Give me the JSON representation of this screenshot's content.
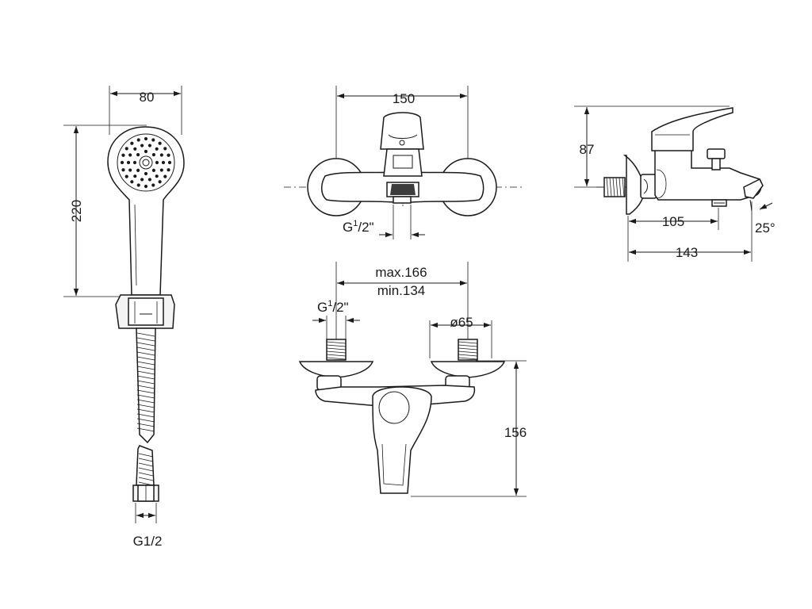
{
  "dimensions": {
    "shower_head_width": "80",
    "shower_head_length": "220",
    "hose_connection": "G1/2",
    "front_width": "150",
    "spout_thread_base": "G",
    "spout_thread_sup": "1",
    "spout_thread_tail": "/2\"",
    "side_height": "87",
    "side_depth_spout": "105",
    "side_angle": "25°",
    "side_depth_total": "143",
    "centers_max": "max.166",
    "centers_min": "min.134",
    "inlet_thread_base": "G",
    "inlet_thread_sup": "1",
    "inlet_thread_tail": "/2\"",
    "escutcheon_diameter": "ø65",
    "lever_height": "156"
  }
}
